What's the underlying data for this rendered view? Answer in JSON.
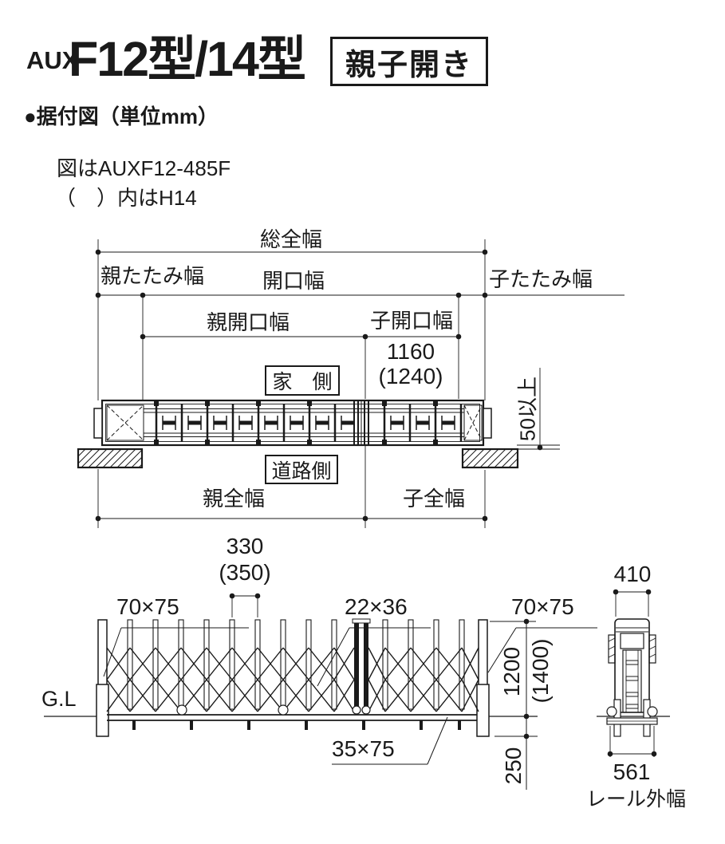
{
  "header": {
    "brand": "AUX",
    "model": "F12型/14型",
    "type_badge": "親子開き",
    "section_title": "●据付図（単位mm）",
    "note_line1": "図はAUXF12-485F",
    "note_line2": "（　）内はH14"
  },
  "plan_view": {
    "dim_total_width": "総全幅",
    "dim_parent_fold": "親たたみ幅",
    "dim_opening": "開口幅",
    "dim_child_fold": "子たたみ幅",
    "dim_parent_opening": "親開口幅",
    "dim_child_opening": "子開口幅",
    "child_opening_value": "1160",
    "child_opening_value_h14": "(1240)",
    "house_side_label": "家　側",
    "road_side_label": "道路側",
    "clearance_note": "50以上",
    "dim_parent_full_width": "親全幅",
    "dim_child_full_width": "子全幅"
  },
  "elevation_view": {
    "pitch_value": "330",
    "pitch_value_h14": "(350)",
    "post_size_left": "70×75",
    "lattice_member_size": "22×36",
    "post_size_right": "70×75",
    "ground_line_label": "G.L",
    "bottom_rail_size": "35×75",
    "height_value": "1200",
    "height_value_h14": "(1400)",
    "embed_depth_value": "250"
  },
  "section_view": {
    "width_value": "410",
    "rail_outer_width_value": "561",
    "rail_outer_width_label": "レール外幅"
  },
  "colors": {
    "ink": "#1a1a1a",
    "background": "#ffffff"
  }
}
